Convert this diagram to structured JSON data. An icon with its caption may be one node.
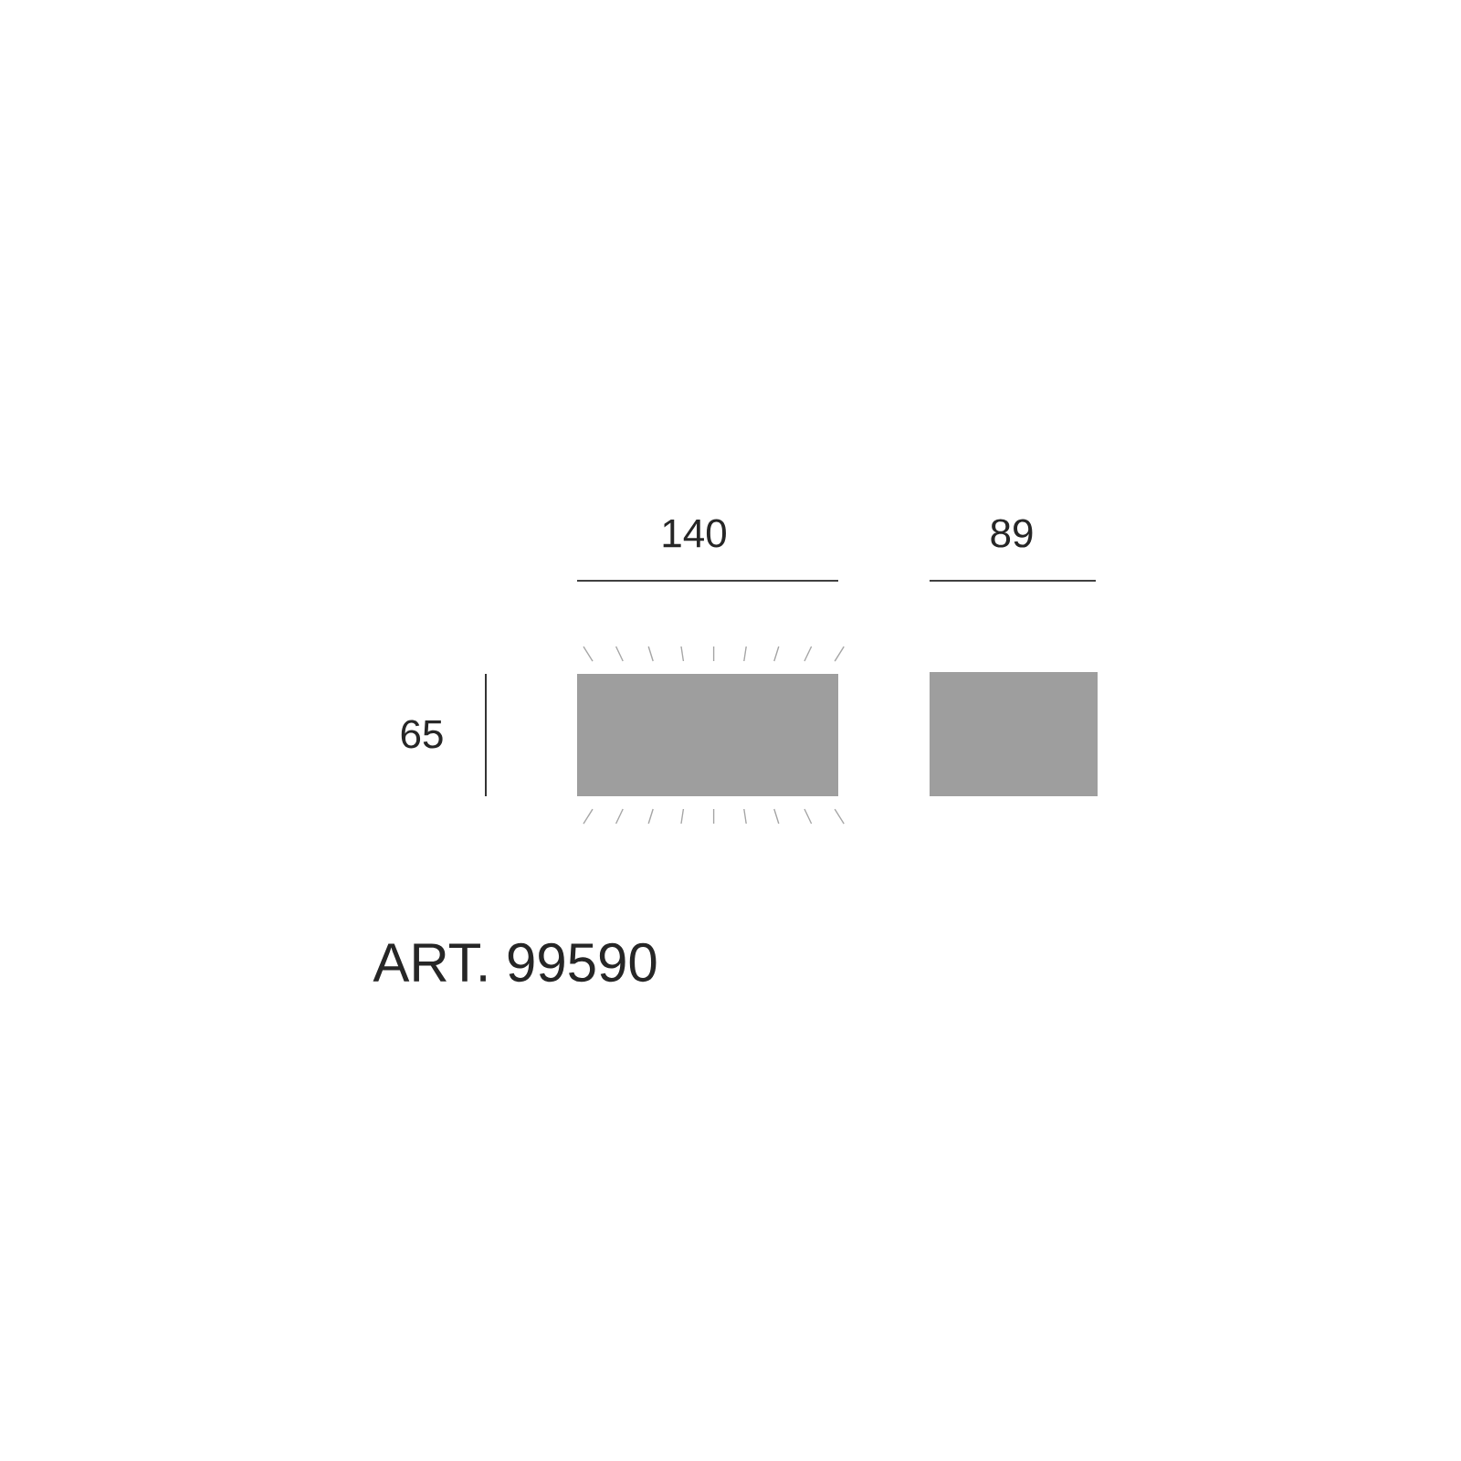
{
  "diagram": {
    "nodes": [
      {
        "text": [],
        "shape": "box"
      },
      {
        "text": [],
        "shape": "box"
      }
    ],
    "labels": [
      "140",
      "89",
      "65",
      "ART. 99590"
    ]
  }
}
